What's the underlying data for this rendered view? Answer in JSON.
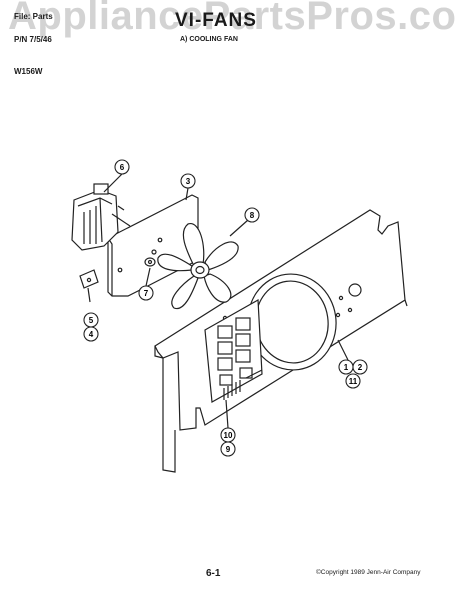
{
  "header": {
    "watermark": "AppliancePartsPros.com",
    "file_label": "File: Parts",
    "pn_label": "P/N 7/5/46",
    "section_title": "VI-FANS",
    "section_subtitle": "A) COOLING FAN",
    "model": "W156W"
  },
  "callouts": {
    "c6": "6",
    "c3": "3",
    "c8": "8",
    "c7": "7",
    "c5": "5",
    "c4": "4",
    "c1": "1",
    "c2": "2",
    "c11": "11",
    "c10": "10",
    "c9": "9"
  },
  "footer": {
    "page_number": "6-1",
    "copyright": "©Copyright 1989 Jenn-Air Company"
  }
}
